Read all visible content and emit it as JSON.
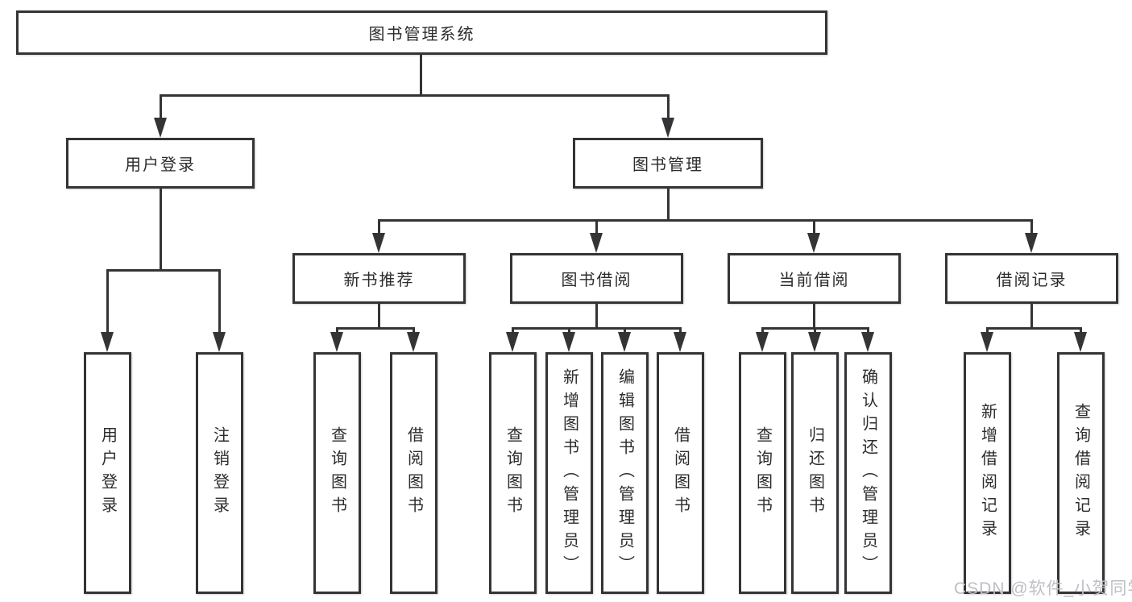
{
  "diagram": {
    "root": {
      "label": "图书管理系统"
    },
    "level1": {
      "user_login": {
        "label": "用户登录"
      },
      "book_mgmt": {
        "label": "图书管理"
      }
    },
    "level2": {
      "new_books": {
        "label": "新书推荐"
      },
      "borrow": {
        "label": "图书借阅"
      },
      "current": {
        "label": "当前借阅"
      },
      "records": {
        "label": "借阅记录"
      }
    },
    "leaves": {
      "user_login": [
        "用户登录",
        "注销登录"
      ],
      "new_books": [
        "查询图书",
        "借阅图书"
      ],
      "borrow": [
        "查询图书",
        "新增图书（管理员）",
        "编辑图书（管理员）",
        "借阅图书"
      ],
      "current": [
        "查询图书",
        "归还图书",
        "确认归还（管理员）"
      ],
      "records": [
        "新增借阅记录",
        "查询借阅记录"
      ]
    },
    "watermark": "CSDN @软件_小贺同学",
    "colors": {
      "line": "#343437",
      "text": "#2c2c2f",
      "watermark": "#bcbfc4",
      "background": "#ffffff"
    }
  }
}
